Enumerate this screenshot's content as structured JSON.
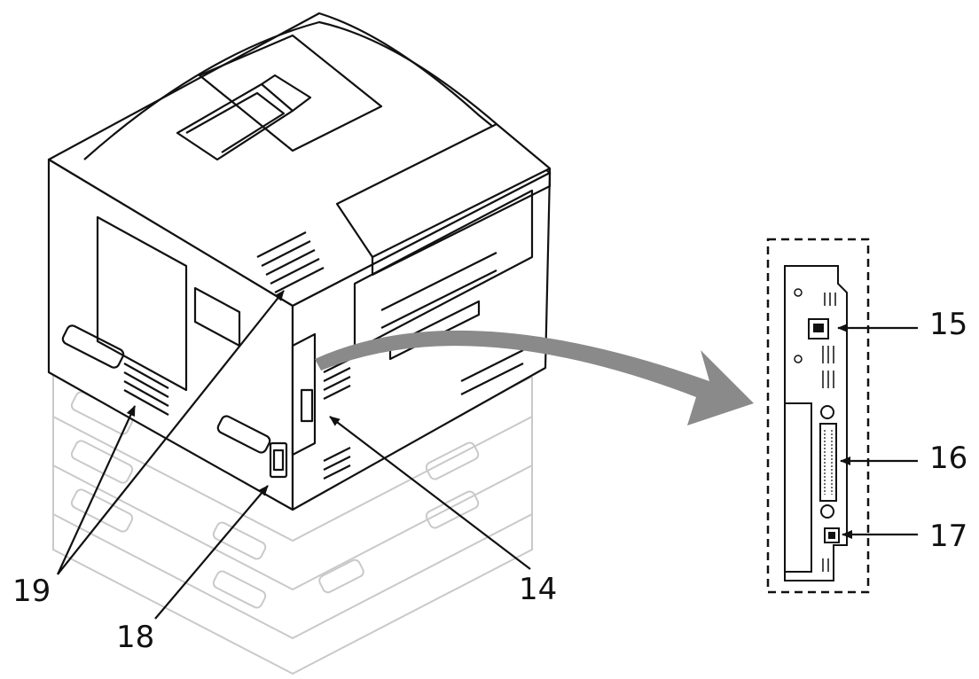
{
  "callouts": {
    "c14": "14",
    "c15": "15",
    "c16": "16",
    "c17": "17",
    "c18": "18",
    "c19": "19"
  },
  "colors": {
    "line": "#111111",
    "faded": "#c9c9c9",
    "arrow": "#8a8a8a"
  }
}
